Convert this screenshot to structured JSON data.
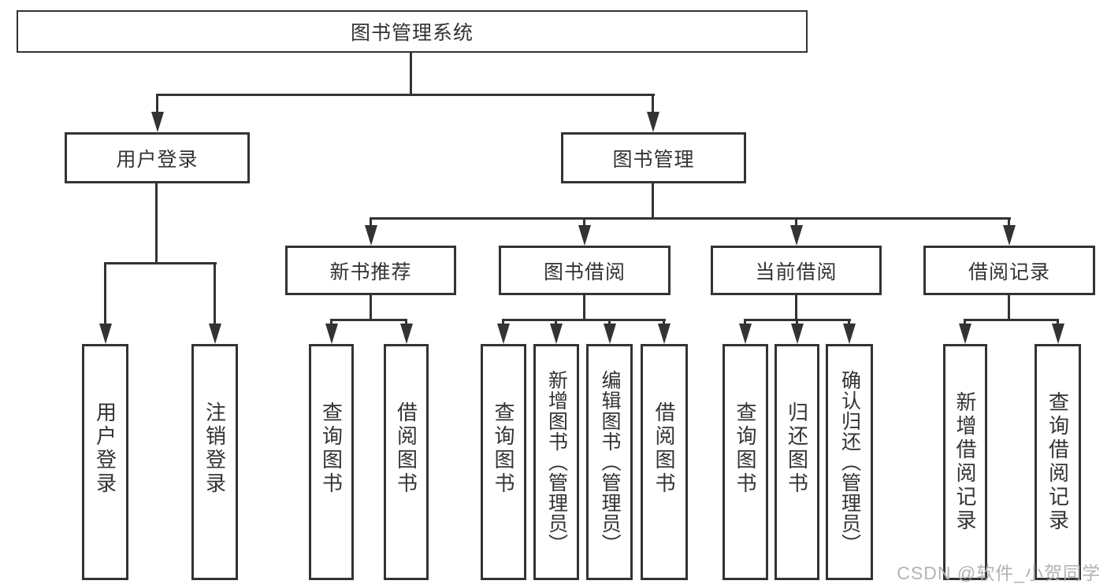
{
  "nodes": {
    "root": "图书管理系统",
    "user_login_branch": "用户登录",
    "book_mgmt_branch": "图书管理",
    "sections": [
      "新书推荐",
      "图书借阅",
      "当前借阅",
      "借阅记录"
    ],
    "user_login_leaves": [
      "用户登录",
      "注销登录"
    ],
    "new_book_leaves": [
      "查询图书",
      "借阅图书"
    ],
    "borrow_leaves": [
      "查询图书",
      "新增图书（管理员）",
      "编辑图书（管理员）",
      "借阅图书"
    ],
    "current_leaves": [
      "查询图书",
      "归还图书",
      "确认归还（管理员）"
    ],
    "record_leaves": [
      "新增借阅记录",
      "查询借阅记录"
    ]
  },
  "watermark": "CSDN @软件_小贺同学",
  "colors": {
    "line": "#333333",
    "text": "#333333",
    "watermark": "#b3b3b3",
    "background": "#ffffff"
  }
}
